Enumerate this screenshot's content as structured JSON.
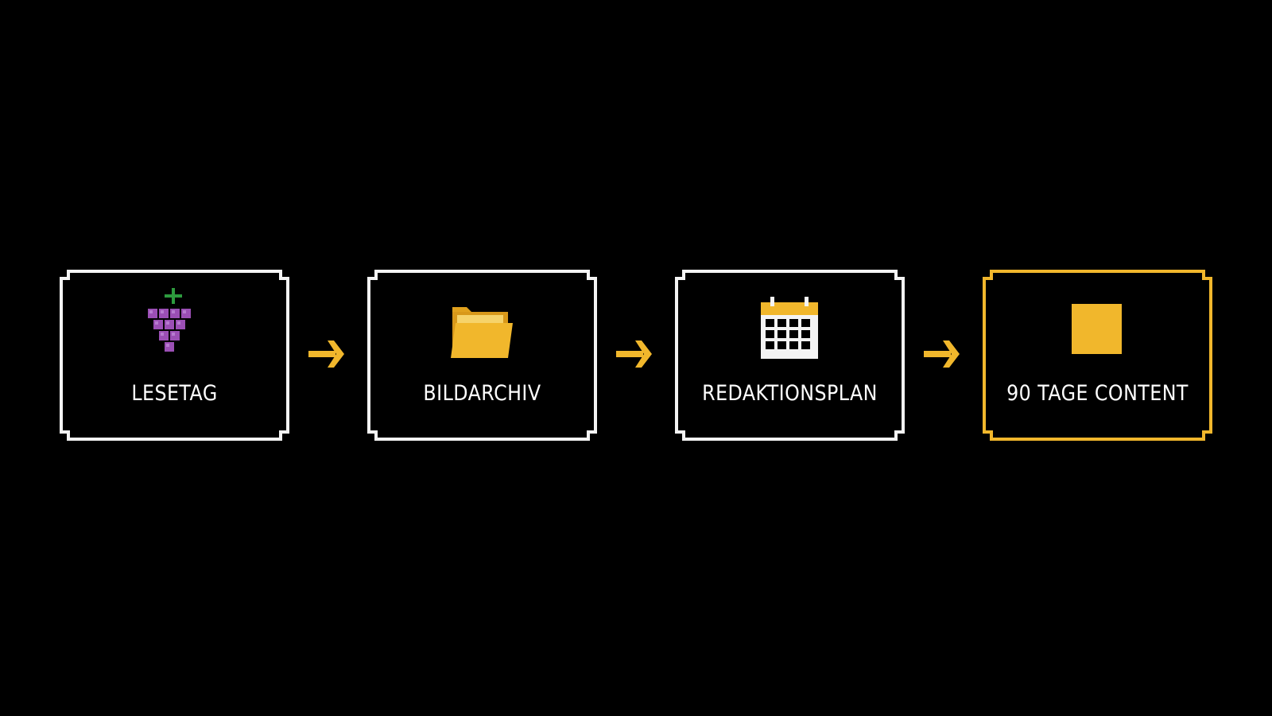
{
  "colors": {
    "background": "#000000",
    "frame": "#f4f4f4",
    "accent": "#f1b72c",
    "grape": "#9b4fb5",
    "stem": "#2d9a3e"
  },
  "steps": [
    {
      "label": "LESETAG",
      "icon": "grape-icon"
    },
    {
      "label": "BILDARCHIV",
      "icon": "folder-icon"
    },
    {
      "label": "REDAKTIONSPLAN",
      "icon": "calendar-icon"
    },
    {
      "label": "90 TAGE CONTENT",
      "icon": "square-icon"
    }
  ],
  "connector_icon": "arrow-right-icon"
}
